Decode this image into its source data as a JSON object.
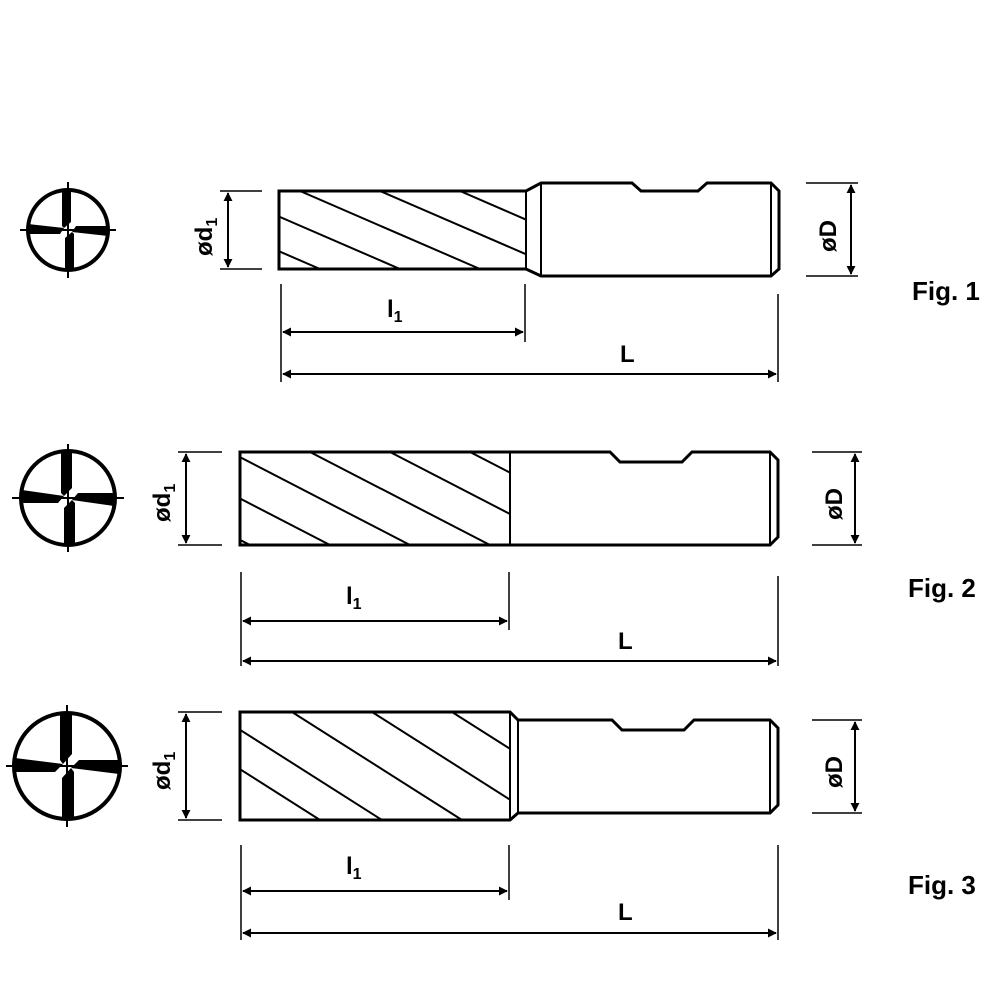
{
  "labels": {
    "d1_prefix": "ød",
    "d1_sub": "1",
    "l1_main": "l",
    "l1_sub": "1",
    "L": "L",
    "D": "øD"
  },
  "figures": [
    {
      "caption": "Fig. 1"
    },
    {
      "caption": "Fig. 2"
    },
    {
      "caption": "Fig. 3"
    }
  ],
  "colors": {
    "ink": "#000000",
    "background": "#ffffff"
  }
}
